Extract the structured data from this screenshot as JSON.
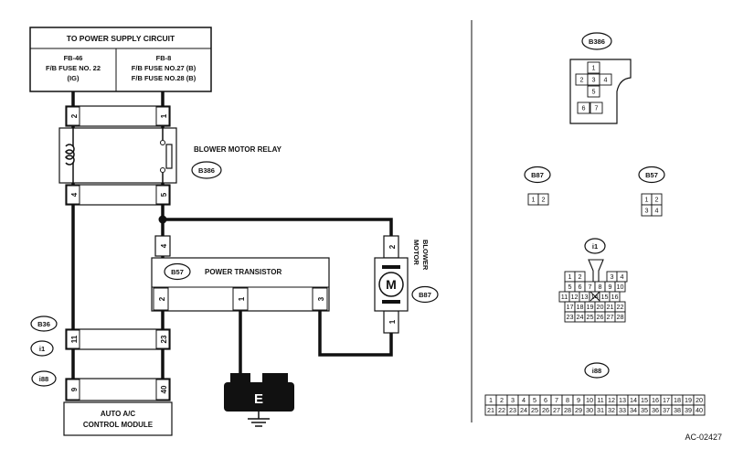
{
  "power_supply": {
    "title": "TO POWER SUPPLY CIRCUIT",
    "left": {
      "line1": "FB-46",
      "line2": "F/B FUSE NO. 22",
      "line3": "(IG)"
    },
    "right": {
      "line1": "FB-8",
      "line2": "F/B FUSE NO.27 (B)",
      "line3": "F/B FUSE NO.28 (B)"
    }
  },
  "relay": {
    "label": "BLOWER MOTOR RELAY",
    "connector": "B386",
    "pins": {
      "top_left": "2",
      "top_right": "1",
      "bottom_left": "4",
      "bottom_right": "5"
    }
  },
  "transistor": {
    "label": "POWER TRANSISTOR",
    "connector": "B57",
    "pin_top": "4",
    "pins_bottom": {
      "left": "2",
      "mid": "1",
      "right": "3"
    }
  },
  "motor": {
    "label_line1": "BLOWER",
    "label_line2": "MOTOR",
    "symbol": "M",
    "connector": "B87",
    "pin_top": "2",
    "pin_bottom": "1"
  },
  "module": {
    "line1": "AUTO A/C",
    "line2": "CONTROL MODULE",
    "connectors": [
      "B36",
      "i1",
      "i88"
    ],
    "pins": {
      "b36_left": "11",
      "b36_right": "23",
      "i88_left": "9",
      "i88_right": "40"
    }
  },
  "ground": {
    "label": "E"
  },
  "connector_views": {
    "b386": {
      "name": "B386",
      "pins": [
        "1",
        "2",
        "3",
        "4",
        "5",
        "6",
        "7"
      ]
    },
    "b87": {
      "name": "B87",
      "pins": [
        "1",
        "2"
      ]
    },
    "b57": {
      "name": "B57",
      "pins": [
        "1",
        "2",
        "3",
        "4"
      ]
    },
    "i1": {
      "name": "i1",
      "rows": [
        [
          "1",
          "2",
          "",
          "3",
          "4"
        ],
        [
          "5",
          "6",
          "7",
          "8",
          "9",
          "10"
        ],
        [
          "11",
          "12",
          "13",
          "14",
          "15",
          "16"
        ],
        [
          "17",
          "18",
          "19",
          "20",
          "21",
          "22"
        ],
        [
          "23",
          "24",
          "25",
          "26",
          "27",
          "28"
        ]
      ]
    },
    "i88": {
      "name": "i88",
      "rows": [
        [
          "1",
          "2",
          "3",
          "4",
          "5",
          "6",
          "7",
          "8",
          "9",
          "10",
          "11",
          "12",
          "13",
          "14",
          "15",
          "16",
          "17",
          "18",
          "19",
          "20"
        ],
        [
          "21",
          "22",
          "23",
          "24",
          "25",
          "26",
          "27",
          "28",
          "29",
          "30",
          "31",
          "32",
          "33",
          "34",
          "35",
          "36",
          "37",
          "38",
          "39",
          "40"
        ]
      ]
    }
  },
  "figure_code": "AC-02427"
}
